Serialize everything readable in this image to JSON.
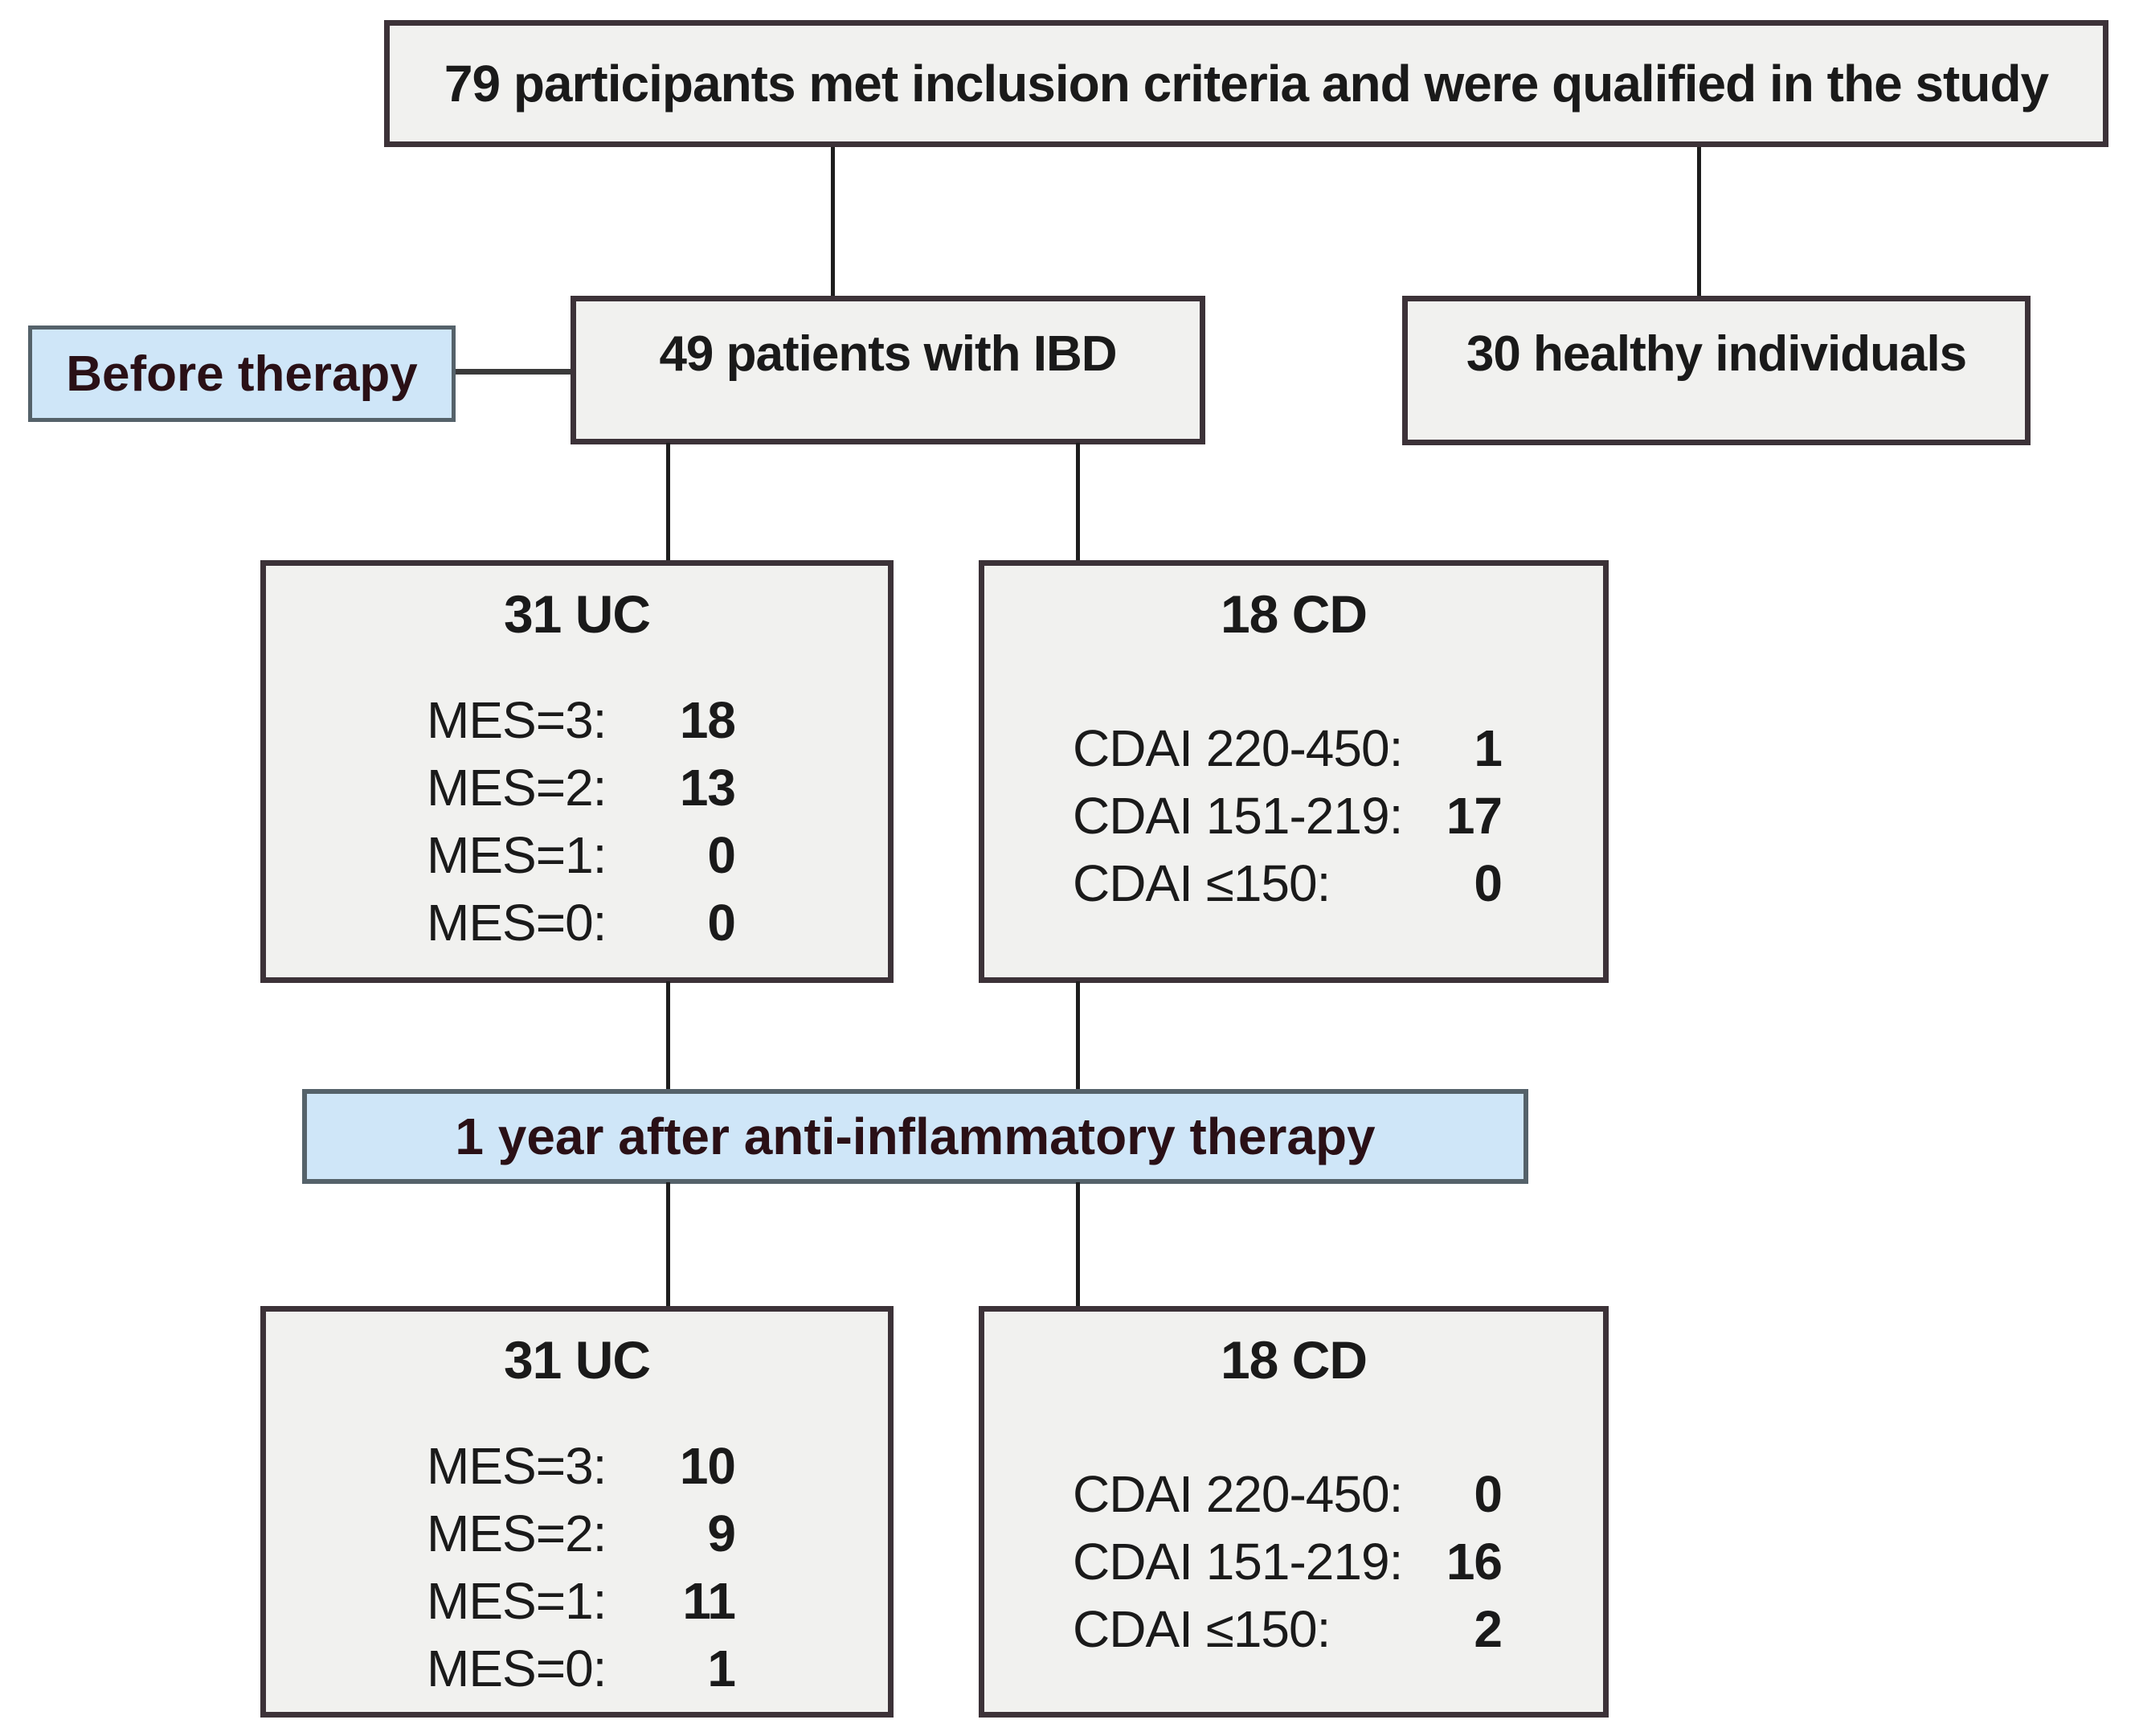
{
  "top_box": {
    "label": "79 participants met inclusion criteria and were qualified in the study"
  },
  "tags": {
    "before": {
      "label": "Before therapy"
    },
    "after": {
      "label": "1 year after anti-inflammatory therapy"
    }
  },
  "groups": {
    "ibd": {
      "label": "49 patients with IBD"
    },
    "healthy": {
      "label": "30 healthy individuals"
    }
  },
  "before_therapy": {
    "uc": {
      "title": "31 UC",
      "rows": [
        {
          "label": "MES=3:",
          "value": "18"
        },
        {
          "label": "MES=2:",
          "value": "13"
        },
        {
          "label": "MES=1:",
          "value": "0"
        },
        {
          "label": "MES=0:",
          "value": "0"
        }
      ]
    },
    "cd": {
      "title": "18 CD",
      "rows": [
        {
          "label": "CDAI 220-450:",
          "value": "1"
        },
        {
          "label": "CDAI 151-219:",
          "value": "17"
        },
        {
          "label": "CDAI ≤150:",
          "value": "0"
        }
      ]
    }
  },
  "after_therapy": {
    "uc": {
      "title": "31 UC",
      "rows": [
        {
          "label": "MES=3:",
          "value": "10"
        },
        {
          "label": "MES=2:",
          "value": "9"
        },
        {
          "label": "MES=1:",
          "value": "11"
        },
        {
          "label": "MES=0:",
          "value": "1"
        }
      ]
    },
    "cd": {
      "title": "18 CD",
      "rows": [
        {
          "label": "CDAI 220-450:",
          "value": "0"
        },
        {
          "label": "CDAI 151-219:",
          "value": "16"
        },
        {
          "label": "CDAI ≤150:",
          "value": "2"
        }
      ]
    }
  },
  "colors": {
    "box_fill": "#f1f1ef",
    "box_border": "#3c3238",
    "blue_fill": "#cfe6f8",
    "blue_border": "#55626a",
    "blue_text": "#2a1016",
    "connector_line": "#1d1d1d",
    "text": "#1a1a1a"
  }
}
